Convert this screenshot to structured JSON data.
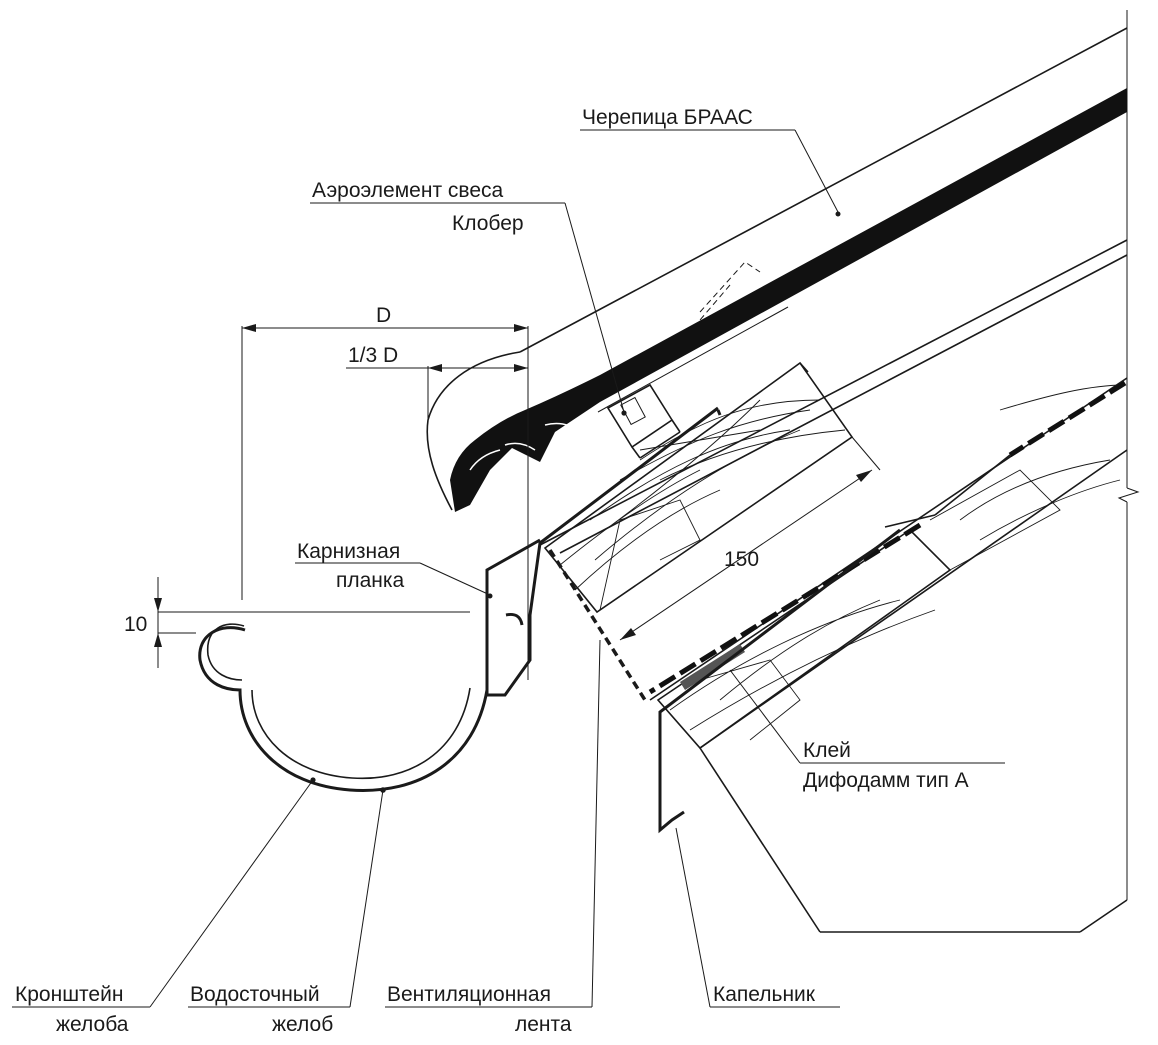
{
  "labels": {
    "tile": "Черепица БРААС",
    "aero_line1": "Аэроэлемент свеса",
    "aero_line2": "Клобер",
    "eaves_line1": "Карнизная",
    "eaves_line2": "планка",
    "glue_line1": "Клей",
    "glue_line2": "Дифодамм тип А",
    "bracket_line1": "Кронштейн",
    "bracket_line2": "желоба",
    "gutter_line1": "Водосточный",
    "gutter_line2": "желоб",
    "vent_line1": "Вентиляционная",
    "vent_line2": "лента",
    "drip": "Капельник"
  },
  "dimensions": {
    "d": "D",
    "third_d": "1/3 D",
    "gap": "10",
    "overlap": "150"
  }
}
